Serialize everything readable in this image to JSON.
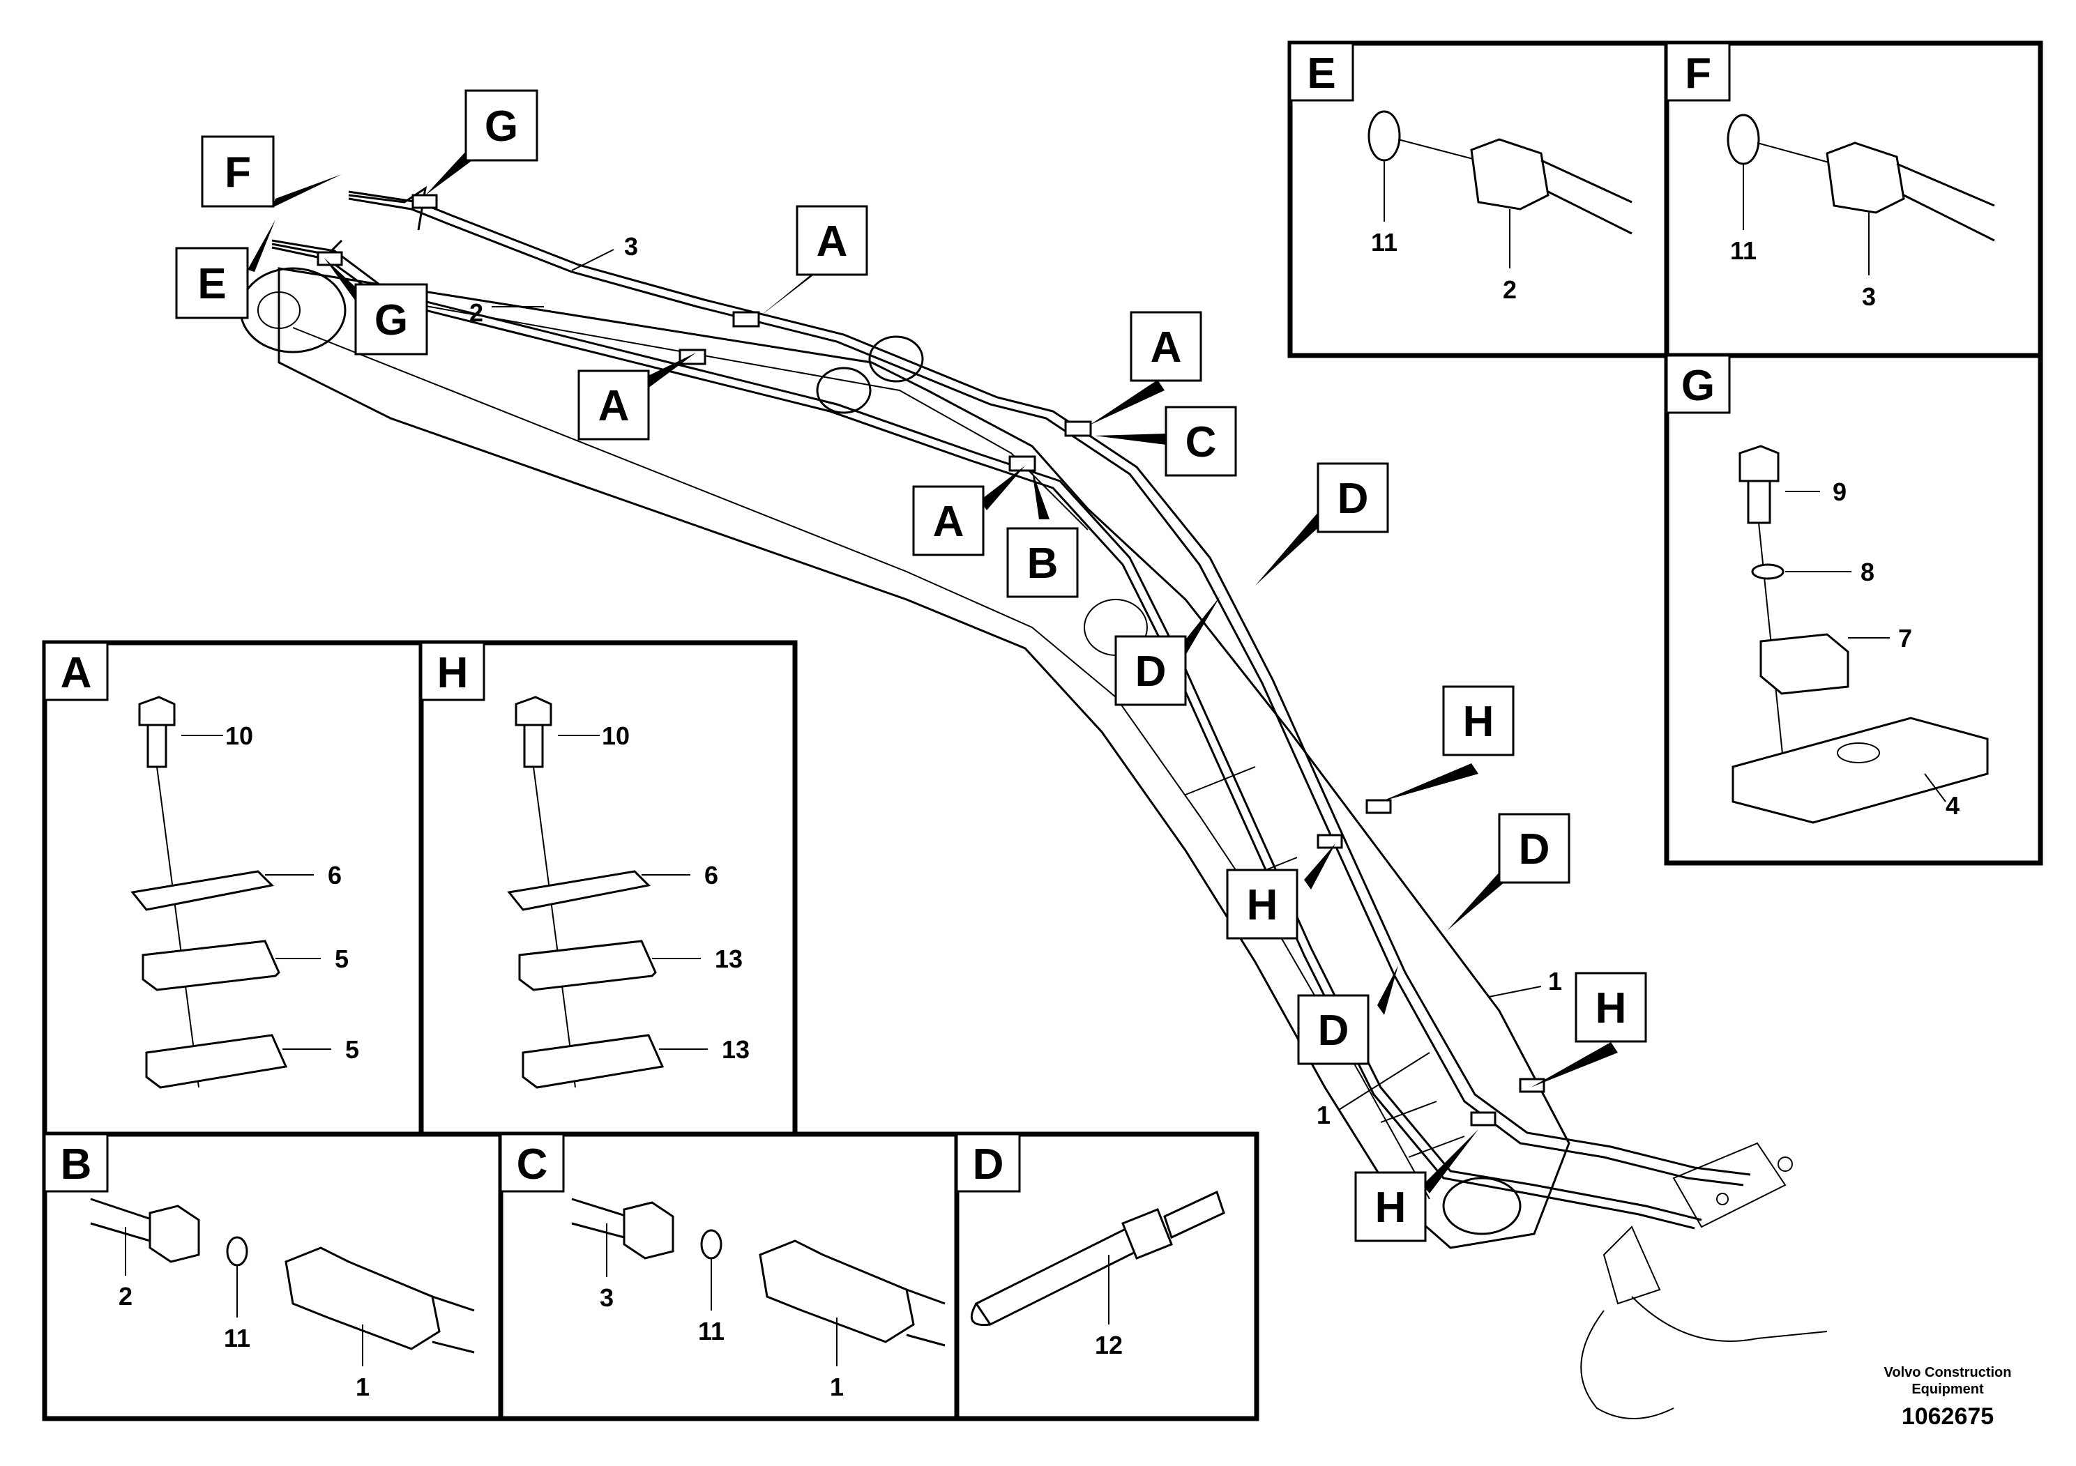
{
  "callouts": {
    "A": "A",
    "B": "B",
    "C": "C",
    "D": "D",
    "E": "E",
    "F": "F",
    "G": "G",
    "H": "H"
  },
  "panels": {
    "A": {
      "letter": "A",
      "labels": [
        "10",
        "6",
        "5",
        "5"
      ]
    },
    "H": {
      "letter": "H",
      "labels": [
        "10",
        "6",
        "13",
        "13"
      ]
    },
    "B": {
      "letter": "B",
      "labels": [
        "2",
        "11",
        "1"
      ]
    },
    "C": {
      "letter": "C",
      "labels": [
        "3",
        "11",
        "1"
      ]
    },
    "D": {
      "letter": "D",
      "labels": [
        "12"
      ]
    },
    "E": {
      "letter": "E",
      "labels": [
        "11",
        "2"
      ]
    },
    "F": {
      "letter": "F",
      "labels": [
        "11",
        "3"
      ]
    },
    "G": {
      "letter": "G",
      "labels": [
        "9",
        "8",
        "7",
        "4"
      ]
    }
  },
  "main_labels": {
    "pipe_3": "3",
    "pipe_2": "2",
    "hose_1a": "1",
    "hose_1b": "1"
  },
  "footer": {
    "brand_line1": "Volvo Construction",
    "brand_line2": "Equipment",
    "part_number": "1062675"
  }
}
